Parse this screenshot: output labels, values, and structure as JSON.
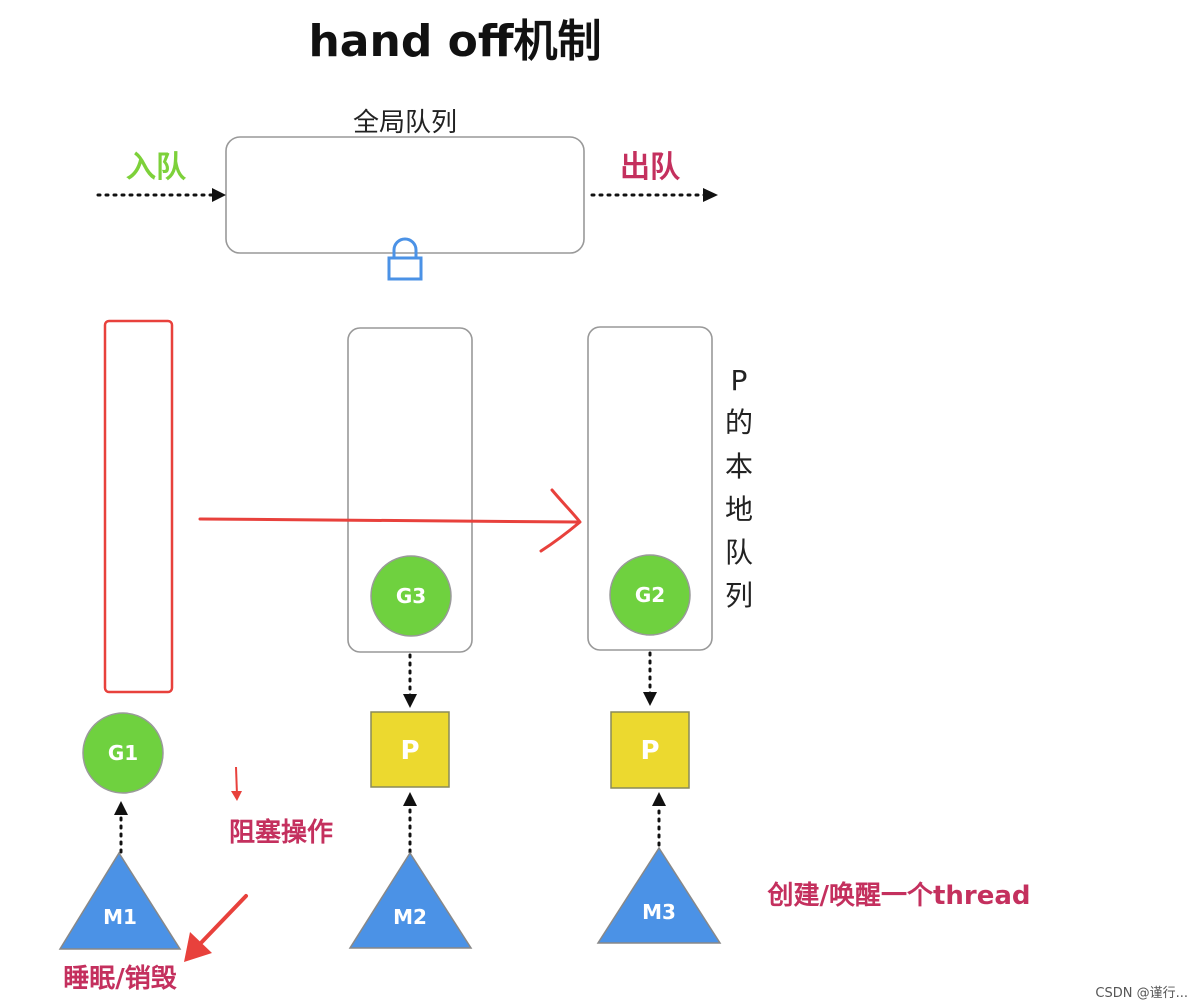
{
  "title": "hand off机制",
  "global_queue": {
    "label": "全局队列",
    "enqueue": "入队",
    "dequeue": "出队"
  },
  "local_queue_label": [
    "P",
    "的",
    "本",
    "地",
    "队",
    "列"
  ],
  "goroutines": {
    "g1": "G1",
    "g2": "G2",
    "g3": "G3"
  },
  "processors": {
    "p_mid": "P",
    "p_right": "P"
  },
  "machines": {
    "m1": "M1",
    "m2": "M2",
    "m3": "M3"
  },
  "annotations": {
    "blocking": "阻塞操作",
    "sleep_destroy": "睡眠/销毁",
    "create_wake": "创建/唤醒一个thread"
  },
  "watermark": "CSDN @谨行...",
  "colors": {
    "goroutine": "#6fd13f",
    "processor": "#ecd92f",
    "machine": "#4b92e6",
    "highlight_red": "#e8413c",
    "annotation_text": "#c4305e",
    "enqueue_text": "#7dd13a",
    "lock": "#4b92e6"
  },
  "icons": {
    "lock": "lock-icon"
  }
}
